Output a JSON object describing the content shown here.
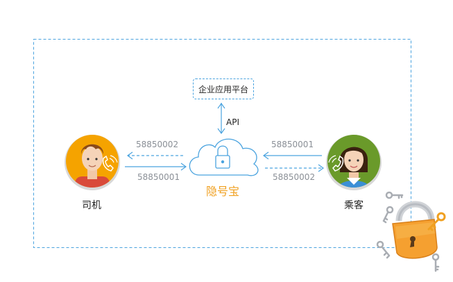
{
  "platform": {
    "label": "企业应用平台"
  },
  "api": {
    "label": "API"
  },
  "hub": {
    "label": "隐号宝",
    "color": "#f0a020",
    "icon": "cloud-lock-icon"
  },
  "driver": {
    "label": "司机",
    "number_out": "58850002",
    "number_in": "58850001",
    "avatar_bg": "#f5a300",
    "icon": "phone-icon"
  },
  "passenger": {
    "label": "乘客",
    "number_in": "58850001",
    "number_out": "58850002",
    "avatar_bg": "#6a9a2a",
    "icon": "phone-icon"
  },
  "colors": {
    "accent": "#4aa3df",
    "frame": "#4aa3df",
    "lock": "#f5a030"
  }
}
